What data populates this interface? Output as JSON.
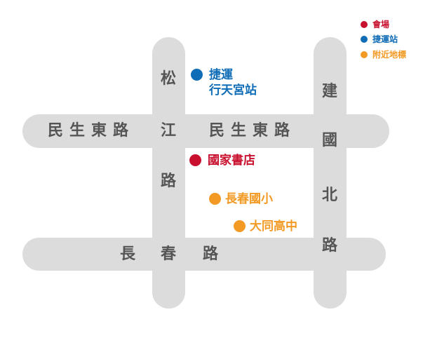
{
  "colors": {
    "venue": "#c8102e",
    "mrt": "#0f6cb6",
    "landmark": "#f29a24",
    "road": "#dcdcdc",
    "road_text": "#555555"
  },
  "legend": [
    {
      "label": "會場",
      "type": "venue"
    },
    {
      "label": "捷運站",
      "type": "mrt"
    },
    {
      "label": "附近地標",
      "type": "landmark"
    }
  ],
  "roads": {
    "minsheng_left": "民生東路",
    "minsheng_right": "民生東路",
    "songjiang": [
      "松",
      "江",
      "路"
    ],
    "changchun": [
      "長",
      "春",
      "路"
    ],
    "jianguo": [
      "建",
      "國",
      "北",
      "路"
    ]
  },
  "places": {
    "mrt_line1": "捷運",
    "mrt_line2": "行天宮站",
    "venue": "國家書店",
    "landmark1": "長春國小",
    "landmark2": "大同高中"
  }
}
